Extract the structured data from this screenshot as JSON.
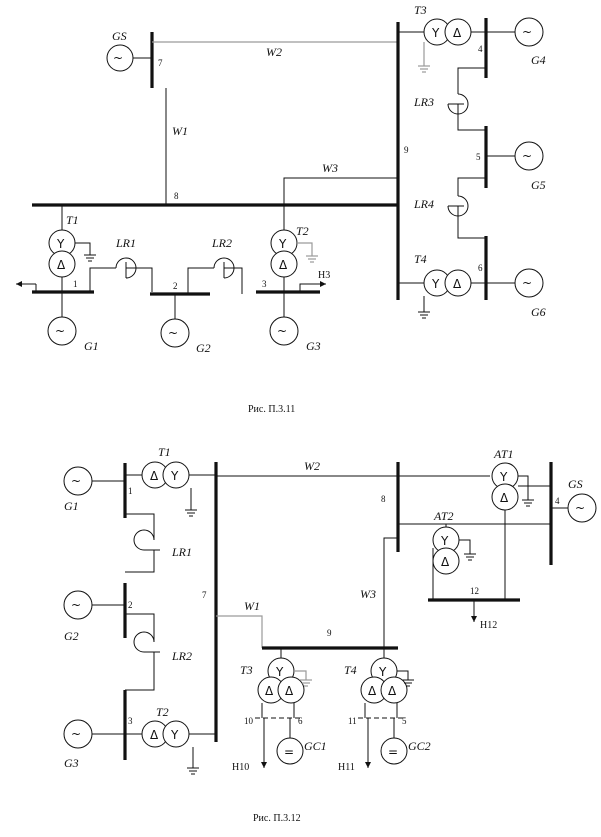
{
  "figures": [
    {
      "caption": "Рис. П.3.11",
      "buses": [
        "1",
        "2",
        "3",
        "4",
        "5",
        "6",
        "7",
        "8",
        "9"
      ],
      "lines": [
        "W1",
        "W2",
        "W3"
      ],
      "generators": [
        "GS",
        "G1",
        "G2",
        "G3",
        "G4",
        "G5",
        "G6"
      ],
      "transformers": [
        "T1",
        "T2",
        "T3",
        "T4"
      ],
      "reactors": [
        "LR1",
        "LR2",
        "LR3",
        "LR4"
      ],
      "loads": [
        "Н3"
      ]
    },
    {
      "caption": "Рис. П.3.12",
      "buses": [
        "1",
        "2",
        "3",
        "4",
        "5",
        "6",
        "7",
        "8",
        "9",
        "10",
        "11",
        "12"
      ],
      "lines": [
        "W1",
        "W2",
        "W3"
      ],
      "generators": [
        "G1",
        "G2",
        "G3",
        "GS"
      ],
      "compensators": [
        "GC1",
        "GC2"
      ],
      "transformers": [
        "T1",
        "T2",
        "T3",
        "T4"
      ],
      "autotransformers": [
        "AT1",
        "AT2"
      ],
      "reactors": [
        "LR1",
        "LR2"
      ],
      "loads": [
        "Н10",
        "Н11",
        "Н12"
      ]
    }
  ],
  "icons": {
    "generator": "~",
    "wye": "Y",
    "delta": "Δ",
    "compensator": "="
  }
}
